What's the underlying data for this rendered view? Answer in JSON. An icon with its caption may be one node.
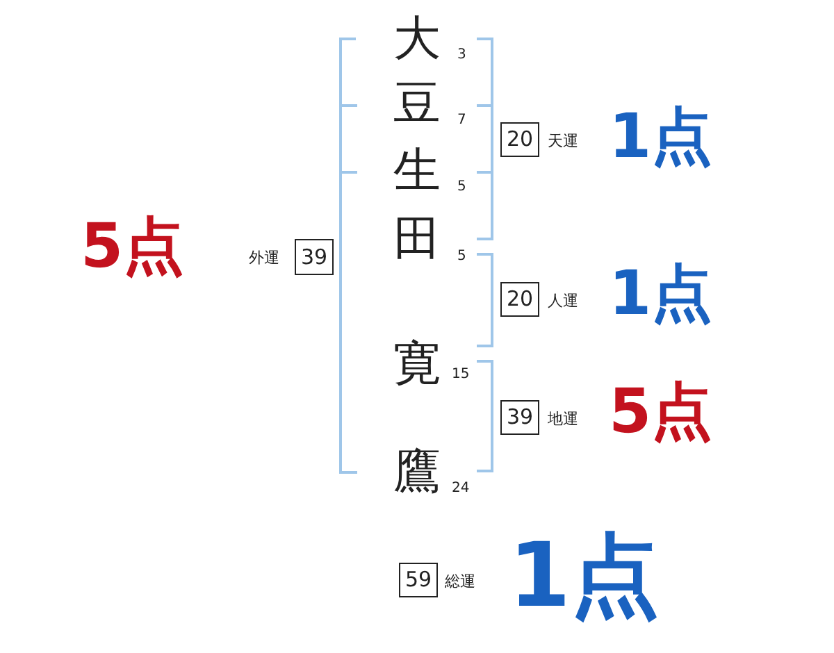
{
  "diagram": {
    "nodes": [
      {
        "text": [
          "20"
        ],
        "beside": [
          "天運",
          "1点"
        ]
      },
      {
        "text": [
          "39"
        ],
        "beside": [
          "外運",
          "5点"
        ]
      },
      {
        "text": [
          "20"
        ],
        "beside": [
          "人運",
          "1点"
        ]
      },
      {
        "text": [
          "39"
        ],
        "beside": [
          "地運",
          "5点"
        ]
      },
      {
        "text": [
          "59"
        ],
        "beside": [
          "総運",
          "1点"
        ]
      }
    ],
    "labels": [
      "大",
      "3",
      "豆",
      "7",
      "生",
      "5",
      "田",
      "5",
      "寛",
      "15",
      "鷹",
      "24"
    ]
  }
}
